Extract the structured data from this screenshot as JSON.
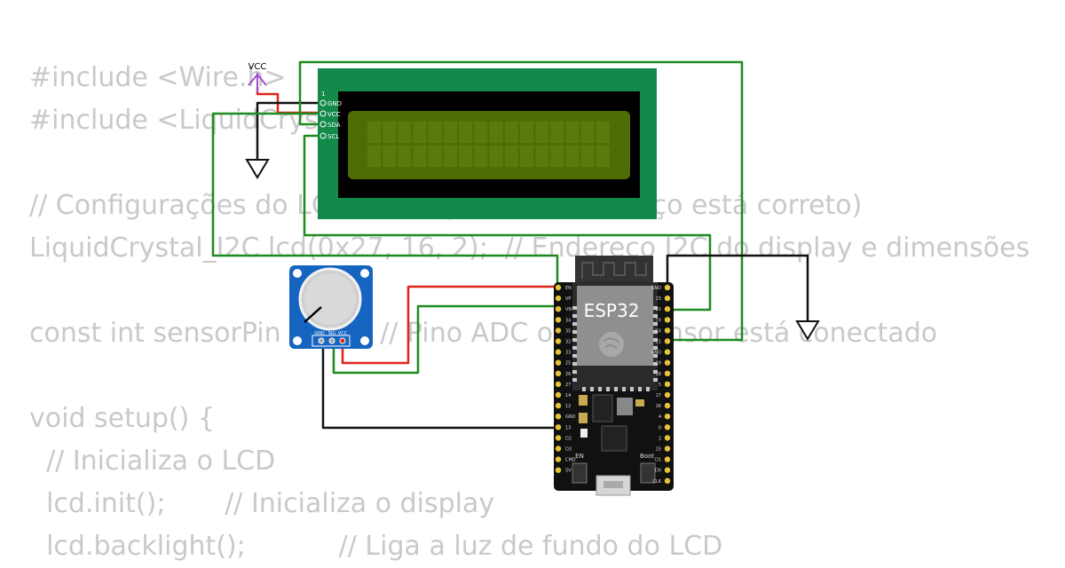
{
  "code_lines": [
    "#include <Wire.h>",
    "#include <LiquidCrystal_I2C.h>",
    "",
    "// Configurações do LCD (verifique se o endereço está correto)",
    "LiquidCrystal_I2C lcd(0x27, 16, 2);  // Endereço I2C do display e dimensões",
    "",
    "const int sensorPin = 34;  // Pino ADC onde o sensor está conectado",
    "",
    "void setup() {",
    "  // Inicializa o LCD",
    "  lcd.init();       // Inicializa o display",
    "  lcd.backlight();           // Liga a luz de fundo do LCD"
  ],
  "vcc_label": "VCC",
  "lcd": {
    "pin_1": "1",
    "pins": [
      "GND",
      "VCC",
      "SDA",
      "SCL"
    ]
  },
  "potentiometer": {
    "pins": [
      "GND",
      "SIG",
      "VCC"
    ]
  },
  "esp32": {
    "label": "ESP32",
    "en_label": "EN",
    "boot_label": "Boot",
    "left_pins": [
      "EN",
      "VP",
      "VN",
      "34",
      "35",
      "32",
      "33",
      "25",
      "26",
      "27",
      "14",
      "12",
      "GND",
      "13",
      "D2",
      "D3",
      "CMD",
      "5V"
    ],
    "right_pins": [
      "GND",
      "23",
      "22",
      "TX",
      "RX",
      "21",
      "GND",
      "19",
      "18",
      "5",
      "17",
      "16",
      "4",
      "0",
      "2",
      "15",
      "D1",
      "D0",
      "CLK"
    ]
  },
  "colors": {
    "wire_red": "#e0231c",
    "wire_green": "#1f8a1f",
    "wire_black": "#111111",
    "vcc_arrow": "#a24bd6",
    "lcd_board": "#138a4a",
    "lcd_screen": "#4e6d05",
    "pot_board": "#1565c0",
    "esp_board": "#111111",
    "code_text": "#c9c9c9"
  }
}
